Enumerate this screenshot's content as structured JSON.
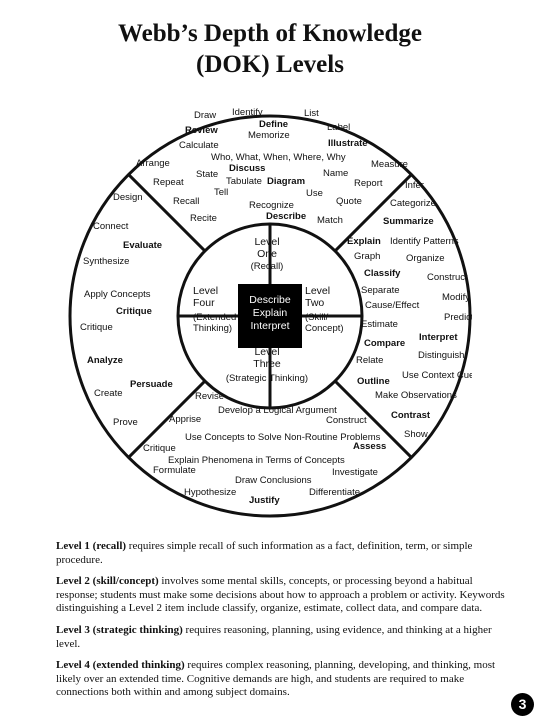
{
  "title": {
    "line1": "Webb’s Depth of Knowledge",
    "line2": "(DOK) Levels"
  },
  "wheel": {
    "center": {
      "line1": "Describe",
      "line2": "Explain",
      "line3": "Interpret"
    },
    "level_one": {
      "line1": "Level",
      "line2": "One",
      "line3": "(Recall)"
    },
    "level_two": {
      "line1": "Level",
      "line2": "Two",
      "line3": "(Skill/",
      "line4": "Concept)"
    },
    "level_three": {
      "line1": "Level",
      "line2": "Three",
      "line3": "(Strategic Thinking)"
    },
    "level_four": {
      "line1": "Level",
      "line2": "Four",
      "line3": "(Extended",
      "line4": "Thinking)"
    },
    "keywords": [
      {
        "id": "draw",
        "text": "Draw",
        "bold": false
      },
      {
        "id": "identify",
        "text": "Identify",
        "bold": false
      },
      {
        "id": "list",
        "text": "List",
        "bold": false
      },
      {
        "id": "define",
        "text": "Define",
        "bold": true
      },
      {
        "id": "label",
        "text": "Label",
        "bold": false
      },
      {
        "id": "review",
        "text": "Review",
        "bold": true
      },
      {
        "id": "memorize",
        "text": "Memorize",
        "bold": false
      },
      {
        "id": "illustrate",
        "text": "Illustrate",
        "bold": true
      },
      {
        "id": "calculate",
        "text": "Calculate",
        "bold": false
      },
      {
        "id": "who-what",
        "text": "Who, What, When, Where, Why",
        "bold": false
      },
      {
        "id": "arrange",
        "text": "Arrange",
        "bold": false
      },
      {
        "id": "measure",
        "text": "Measure",
        "bold": false
      },
      {
        "id": "discuss",
        "text": "Discuss",
        "bold": true
      },
      {
        "id": "state",
        "text": "State",
        "bold": false
      },
      {
        "id": "name",
        "text": "Name",
        "bold": false
      },
      {
        "id": "repeat",
        "text": "Repeat",
        "bold": false
      },
      {
        "id": "tabulate",
        "text": "Tabulate",
        "bold": false
      },
      {
        "id": "diagram",
        "text": "Diagram",
        "bold": true
      },
      {
        "id": "report",
        "text": "Report",
        "bold": false
      },
      {
        "id": "infer",
        "text": "Infer",
        "bold": false
      },
      {
        "id": "tell",
        "text": "Tell",
        "bold": false
      },
      {
        "id": "use",
        "text": "Use",
        "bold": false
      },
      {
        "id": "design",
        "text": "Design",
        "bold": false
      },
      {
        "id": "recall",
        "text": "Recall",
        "bold": false
      },
      {
        "id": "quote",
        "text": "Quote",
        "bold": false
      },
      {
        "id": "categorize",
        "text": "Categorize",
        "bold": false
      },
      {
        "id": "recognize",
        "text": "Recognize",
        "bold": false
      },
      {
        "id": "recite",
        "text": "Recite",
        "bold": false
      },
      {
        "id": "describe",
        "text": "Describe",
        "bold": true
      },
      {
        "id": "match",
        "text": "Match",
        "bold": false
      },
      {
        "id": "summarize",
        "text": "Summarize",
        "bold": true
      },
      {
        "id": "connect",
        "text": "Connect",
        "bold": false
      },
      {
        "id": "explain",
        "text": "Explain",
        "bold": true
      },
      {
        "id": "identify-patterns",
        "text": "Identify Patterns",
        "bold": false
      },
      {
        "id": "evaluate",
        "text": "Evaluate",
        "bold": true
      },
      {
        "id": "graph",
        "text": "Graph",
        "bold": false
      },
      {
        "id": "organize",
        "text": "Organize",
        "bold": false
      },
      {
        "id": "synthesize",
        "text": "Synthesize",
        "bold": false
      },
      {
        "id": "classify",
        "text": "Classify",
        "bold": true
      },
      {
        "id": "construct-1",
        "text": "Construct",
        "bold": false
      },
      {
        "id": "apply-concepts",
        "text": "Apply Concepts",
        "bold": false
      },
      {
        "id": "separate",
        "text": "Separate",
        "bold": false
      },
      {
        "id": "modify",
        "text": "Modify",
        "bold": false
      },
      {
        "id": "critique-1",
        "text": "Critique",
        "bold": true
      },
      {
        "id": "cause-effect",
        "text": "Cause/Effect",
        "bold": false
      },
      {
        "id": "predict",
        "text": "Predict",
        "bold": false
      },
      {
        "id": "critique-2",
        "text": "Critique",
        "bold": false
      },
      {
        "id": "estimate",
        "text": "Estimate",
        "bold": false
      },
      {
        "id": "interpret",
        "text": "Interpret",
        "bold": true
      },
      {
        "id": "compare",
        "text": "Compare",
        "bold": true
      },
      {
        "id": "analyze",
        "text": "Analyze",
        "bold": true
      },
      {
        "id": "relate",
        "text": "Relate",
        "bold": false
      },
      {
        "id": "distinguish",
        "text": "Distinguish",
        "bold": false
      },
      {
        "id": "use-context-cues",
        "text": "Use Context Cues",
        "bold": false
      },
      {
        "id": "persuade",
        "text": "Persuade",
        "bold": true
      },
      {
        "id": "outline",
        "text": "Outline",
        "bold": true
      },
      {
        "id": "create",
        "text": "Create",
        "bold": false
      },
      {
        "id": "revise",
        "text": "Revise",
        "bold": false
      },
      {
        "id": "make-observations",
        "text": "Make Observations",
        "bold": false
      },
      {
        "id": "develop-argument",
        "text": "Develop a Logical Argument",
        "bold": false
      },
      {
        "id": "contrast",
        "text": "Contrast",
        "bold": true
      },
      {
        "id": "prove",
        "text": "Prove",
        "bold": false
      },
      {
        "id": "apprise",
        "text": "Apprise",
        "bold": false
      },
      {
        "id": "construct-2",
        "text": "Construct",
        "bold": false
      },
      {
        "id": "show",
        "text": "Show",
        "bold": false
      },
      {
        "id": "use-concepts",
        "text": "Use Concepts to Solve Non-Routine Problems",
        "bold": false
      },
      {
        "id": "critique-3",
        "text": "Critique",
        "bold": false
      },
      {
        "id": "assess",
        "text": "Assess",
        "bold": true
      },
      {
        "id": "explain-phenomena",
        "text": "Explain Phenomena in Terms of Concepts",
        "bold": false
      },
      {
        "id": "formulate",
        "text": "Formulate",
        "bold": false
      },
      {
        "id": "investigate",
        "text": "Investigate",
        "bold": false
      },
      {
        "id": "draw-conclusions",
        "text": "Draw Conclusions",
        "bold": false
      },
      {
        "id": "hypothesize",
        "text": "Hypothesize",
        "bold": false
      },
      {
        "id": "differentiate",
        "text": "Differentiate",
        "bold": false
      },
      {
        "id": "justify",
        "text": "Justify",
        "bold": true
      }
    ]
  },
  "descriptions": [
    {
      "label": "Level 1 (recall)",
      "text": " requires simple recall of such information as a fact, definition, term, or simple procedure."
    },
    {
      "label": "Level 2 (skill/concept)",
      "text": " involves some mental skills, concepts, or processing beyond a habitual response; students must make some decisions about how to approach a problem or activity. Keywords distinguishing a Level 2 item include classify, organize, estimate, collect data, and compare data."
    },
    {
      "label": "Level 3 (strategic thinking)",
      "text": " requires reasoning, planning, using evidence, and thinking at a higher level."
    },
    {
      "label": "Level 4 (extended thinking)",
      "text": " requires complex reasoning, planning, developing, and thinking, most likely over an extended time. Cognitive demands are high, and students are required to make connections both within and among subject domains."
    }
  ],
  "page_number": "3"
}
